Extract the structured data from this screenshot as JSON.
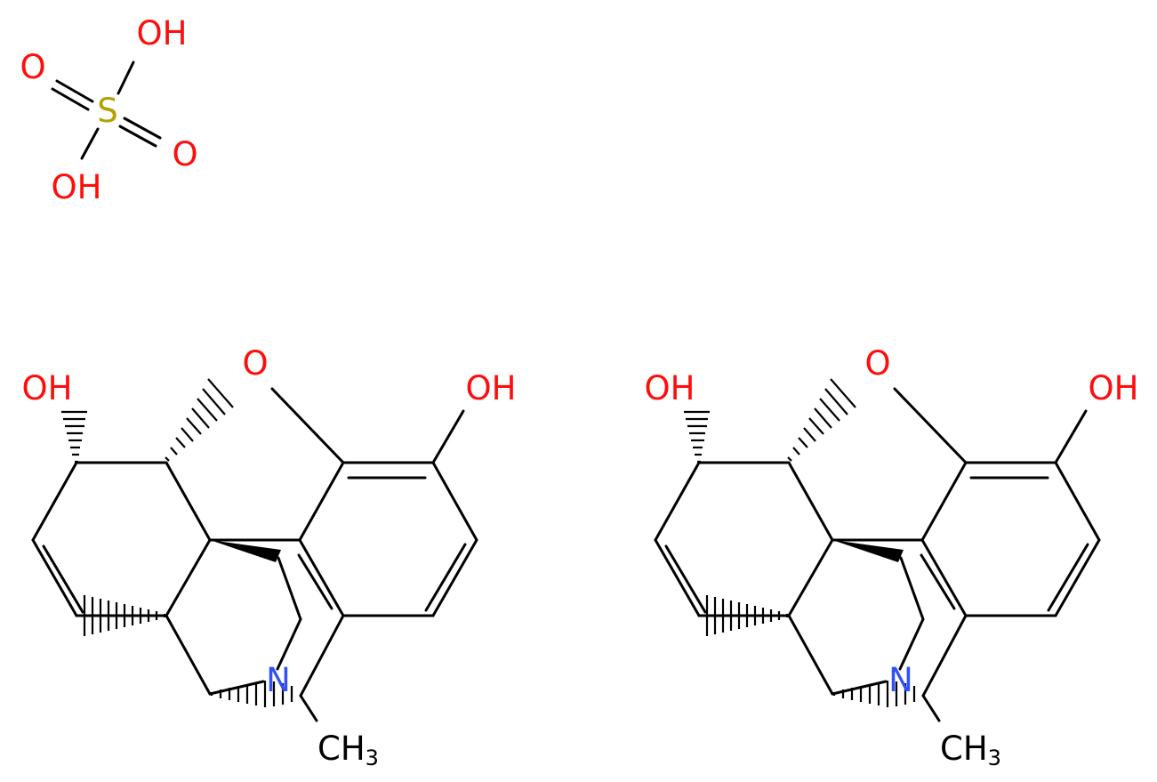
{
  "colors": {
    "bond": "#000000",
    "oxygen": "#ff0d0d",
    "nitrogen": "#3050f8",
    "sulfur": "#b2a100",
    "carbon_label": "#000000"
  },
  "sulfuric_acid": {
    "labels": {
      "s": "S",
      "o_left": "O",
      "o_right": "O",
      "oh_top": "OH",
      "oh_bottom": "OH"
    }
  },
  "morphine_left": {
    "labels": {
      "oh_allylic": "OH",
      "o_ether": "O",
      "oh_phenol": "OH",
      "n": "N",
      "methyl": "CH",
      "methyl_sub": "3"
    }
  },
  "morphine_right": {
    "labels": {
      "oh_allylic": "OH",
      "o_ether": "O",
      "oh_phenol": "OH",
      "n": "N",
      "methyl": "CH",
      "methyl_sub": "3"
    }
  }
}
